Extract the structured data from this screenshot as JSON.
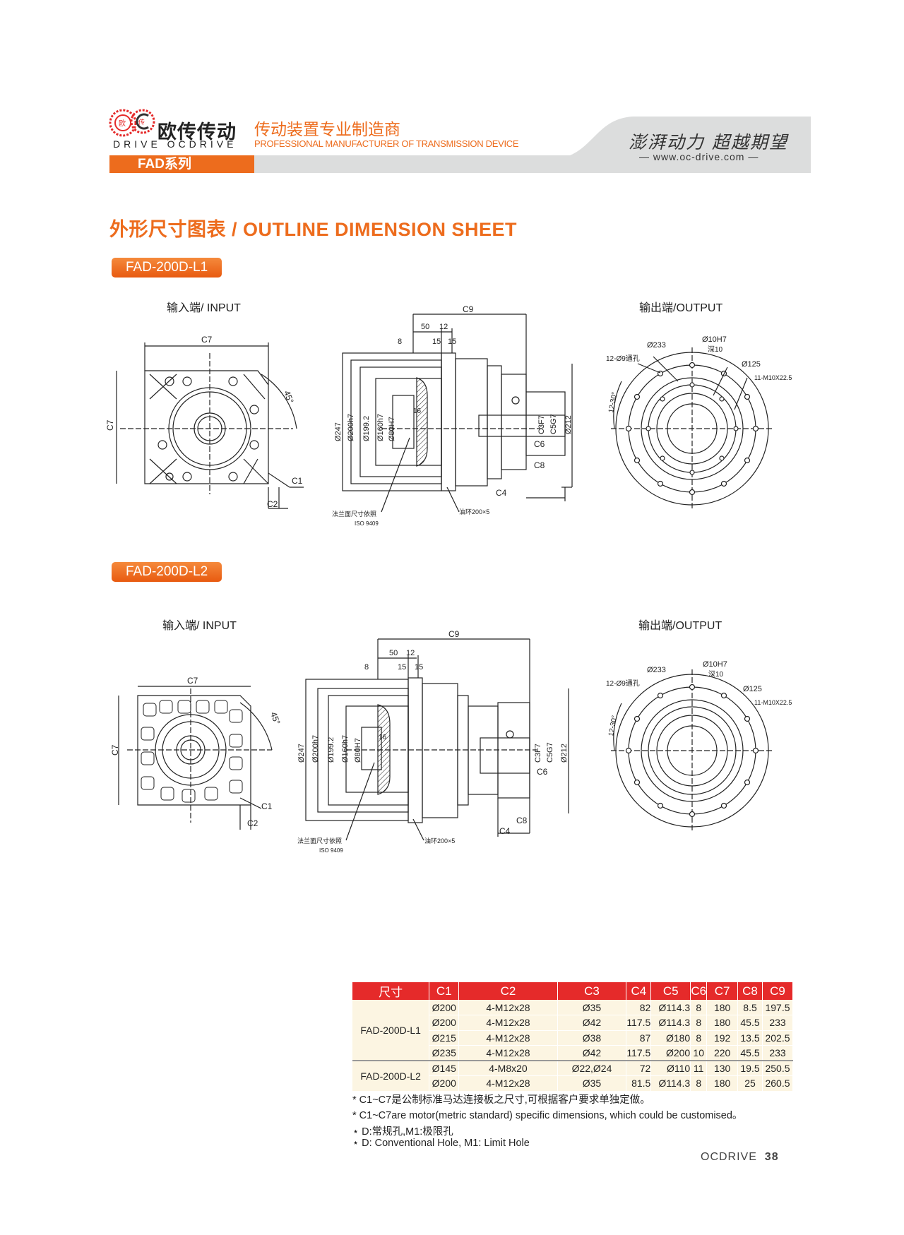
{
  "header": {
    "logo_cn": "欧传传动",
    "logo_en": "DRIVE OCDRIVE",
    "logo_mark_text": [
      "欧",
      "传"
    ],
    "tagline_cn": "传动装置专业制造商",
    "tagline_en": "PROFESSIONAL MANUFACTURER OF TRANSMISSION DEVICE",
    "series": "FAD系列",
    "slogan": "澎湃动力 超越期望",
    "website": "www.oc-drive.com"
  },
  "title": "外形尺寸图表 / OUTLINE DIMENSION SHEET",
  "models": [
    {
      "badge": "FAD-200D-L1",
      "input_label": "输入端/ INPUT",
      "output_label": "输出端/OUTPUT"
    },
    {
      "badge": "FAD-200D-L2",
      "input_label": "输入端/ INPUT",
      "output_label": "输出端/OUTPUT"
    }
  ],
  "drawing_labels": {
    "c1": "C1",
    "c2": "C2",
    "c3": "C3F7",
    "c4": "C4",
    "c5": "C5G7",
    "c6": "C6",
    "c7": "C7",
    "c8": "C8",
    "c9": "C9",
    "angle45": "45°",
    "d50": "50",
    "d12": "12",
    "d8": "8",
    "d15a": "15",
    "d15b": "15",
    "d16": "16",
    "d247": "Ø247",
    "d200": "Ø200h7",
    "d199": "Ø199.2",
    "d160": "Ø160h7",
    "d80": "Ø80H7",
    "d212": "Ø212",
    "flange_note": "法兰面尺寸依照",
    "iso": "ISO 9409",
    "oil_ring": "油环200×5",
    "o233": "Ø233",
    "o10": "Ø10H7",
    "depth": "深10",
    "holes": "12-Ø9通孔",
    "o125": "Ø125",
    "m10": "11-M10X22.5",
    "angle30": "12-30°"
  },
  "table": {
    "headers": [
      "尺寸",
      "C1",
      "C2",
      "C3",
      "C4",
      "C5",
      "C6",
      "C7",
      "C8",
      "C9"
    ],
    "groups": [
      {
        "model": "FAD-200D-L1",
        "rows": [
          [
            "Ø200",
            "4-M12x28",
            "Ø35",
            "82",
            "Ø114.3",
            "8",
            "180",
            "8.5",
            "197.5"
          ],
          [
            "Ø200",
            "4-M12x28",
            "Ø42",
            "117.5",
            "Ø114.3",
            "8",
            "180",
            "45.5",
            "233"
          ],
          [
            "Ø215",
            "4-M12x28",
            "Ø38",
            "87",
            "Ø180",
            "8",
            "192",
            "13.5",
            "202.5"
          ],
          [
            "Ø235",
            "4-M12x28",
            "Ø42",
            "117.5",
            "Ø200",
            "10",
            "220",
            "45.5",
            "233"
          ]
        ]
      },
      {
        "model": "FAD-200D-L2",
        "rows": [
          [
            "Ø145",
            "4-M8x20",
            "Ø22,Ø24",
            "72",
            "Ø110",
            "11",
            "130",
            "19.5",
            "250.5"
          ],
          [
            "Ø200",
            "4-M12x28",
            "Ø35",
            "81.5",
            "Ø114.3",
            "8",
            "180",
            "25",
            "260.5"
          ]
        ]
      }
    ]
  },
  "notes": [
    "* C1~C7是公制标准马达连接板之尺寸,可根据客户要求单独定做。",
    "* C1~C7are motor(metric standard)  specific dimensions, which could be customised。",
    "⋆ D:常规孔,M1:极限孔",
    "⋆ D: Conventional Hole, M1: Limit Hole"
  ],
  "footer": {
    "brand": "OCDRIVE",
    "page": "38"
  }
}
